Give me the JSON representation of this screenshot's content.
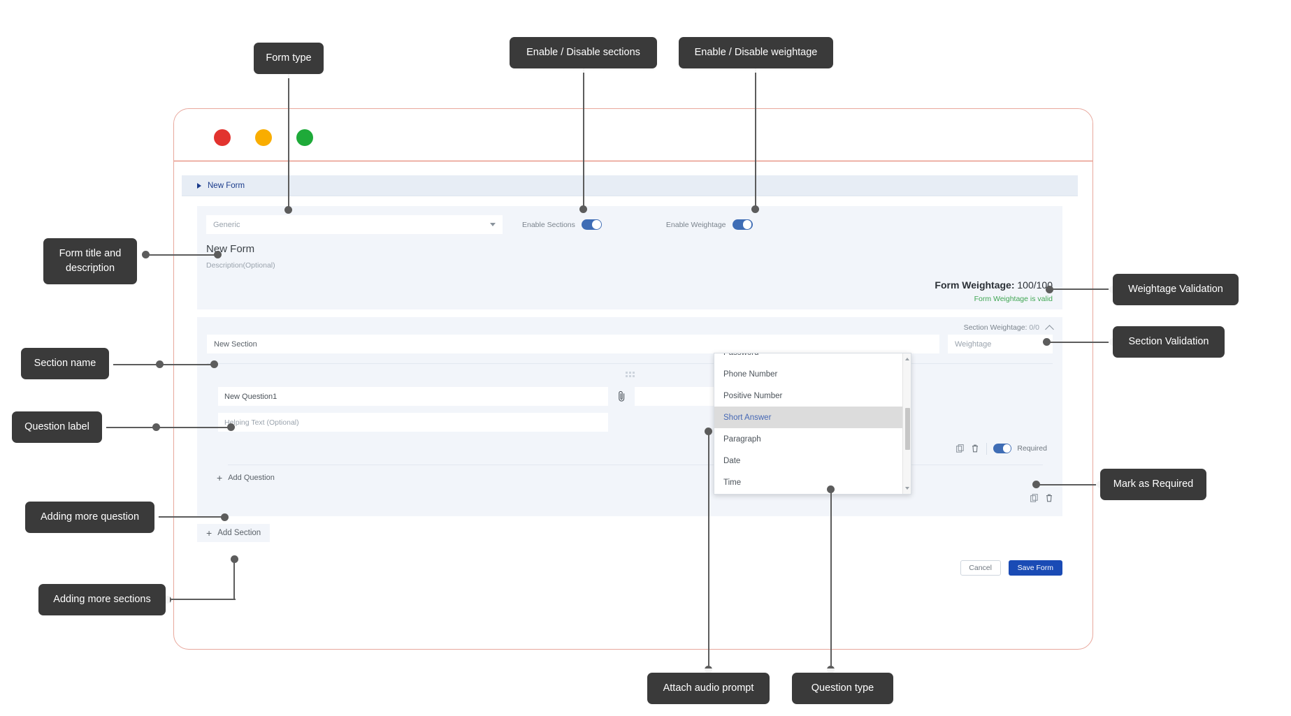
{
  "window": {
    "dots": [
      "close-red",
      "minimize-yellow",
      "maximize-green"
    ]
  },
  "breadcrumb": {
    "label": "New Form"
  },
  "form_header": {
    "type_select": {
      "value": "Generic"
    },
    "enable_sections": {
      "label": "Enable Sections",
      "on": true
    },
    "enable_weightage": {
      "label": "Enable Weightage",
      "on": true
    },
    "title": "New Form",
    "description_placeholder": "Description(Optional)",
    "weightage_label": "Form Weightage:",
    "weightage_value": "100/100",
    "weightage_validation": "Form Weightage is valid"
  },
  "section": {
    "weightage_label": "Section Weightage:",
    "weightage_value": "0/0",
    "name": "New Section",
    "weight_placeholder": "Weightage"
  },
  "question": {
    "label": "New Question1",
    "helping_text_placeholder": "Helping Text (Optional)",
    "required_label": "Required",
    "required_on": true
  },
  "question_type_dropdown": {
    "options": [
      "Password",
      "Phone Number",
      "Positive Number",
      "Short Answer",
      "Paragraph",
      "Date",
      "Time"
    ],
    "selected": "Short Answer"
  },
  "actions": {
    "add_question": "Add Question",
    "add_section": "Add Section",
    "cancel": "Cancel",
    "save_form": "Save Form"
  },
  "annotations": {
    "form_type": "Form type",
    "enable_sections": "Enable / Disable sections",
    "enable_weightage": "Enable / Disable weightage",
    "form_title_description": "Form title and description",
    "weightage_validation": "Weightage Validation",
    "section_validation": "Section Validation",
    "section_name": "Section name",
    "question_label": "Question label",
    "mark_as_required": "Mark as Required",
    "adding_more_question": "Adding more question",
    "adding_more_sections": "Adding more sections",
    "attach_audio_prompt": "Attach audio prompt",
    "question_type": "Question type"
  },
  "colors": {
    "accent_blue": "#1a4bb5",
    "toggle_blue": "#3f6db5",
    "valid_green": "#3fa652",
    "frame_red": "#e0705c",
    "callout_bg": "#3a3a3a"
  }
}
